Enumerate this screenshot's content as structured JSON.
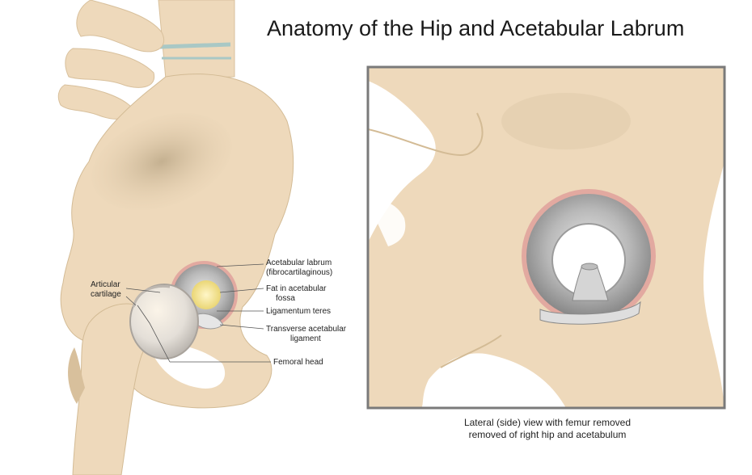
{
  "title": "Anatomy of the Hip and Acetabular Labrum",
  "labels": {
    "acetabular_labrum": "Acetabular labrum",
    "acetabular_labrum_sub": "(fibrocartilaginous)",
    "articular_cartilage_1": "Articular",
    "articular_cartilage_2": "cartilage",
    "fat_fossa_1": "Fat in acetabular",
    "fat_fossa_2": "fossa",
    "ligamentum_teres": "Ligamentum teres",
    "transverse_ligament_1": "Transverse acetabular",
    "transverse_ligament_2": "ligament",
    "femoral_head": "Femoral head"
  },
  "caption": {
    "line1": "Lateral (side) view with femur removed",
    "line2": "removed of right hip and acetabulum"
  },
  "colors": {
    "bone": "#eed9bb",
    "bone_shadow": "#d8c09c",
    "cartilage": "#a7a7a7",
    "labrum": "#e2a9a0",
    "fat": "#efe18a",
    "frame": "#7a7a7a"
  }
}
